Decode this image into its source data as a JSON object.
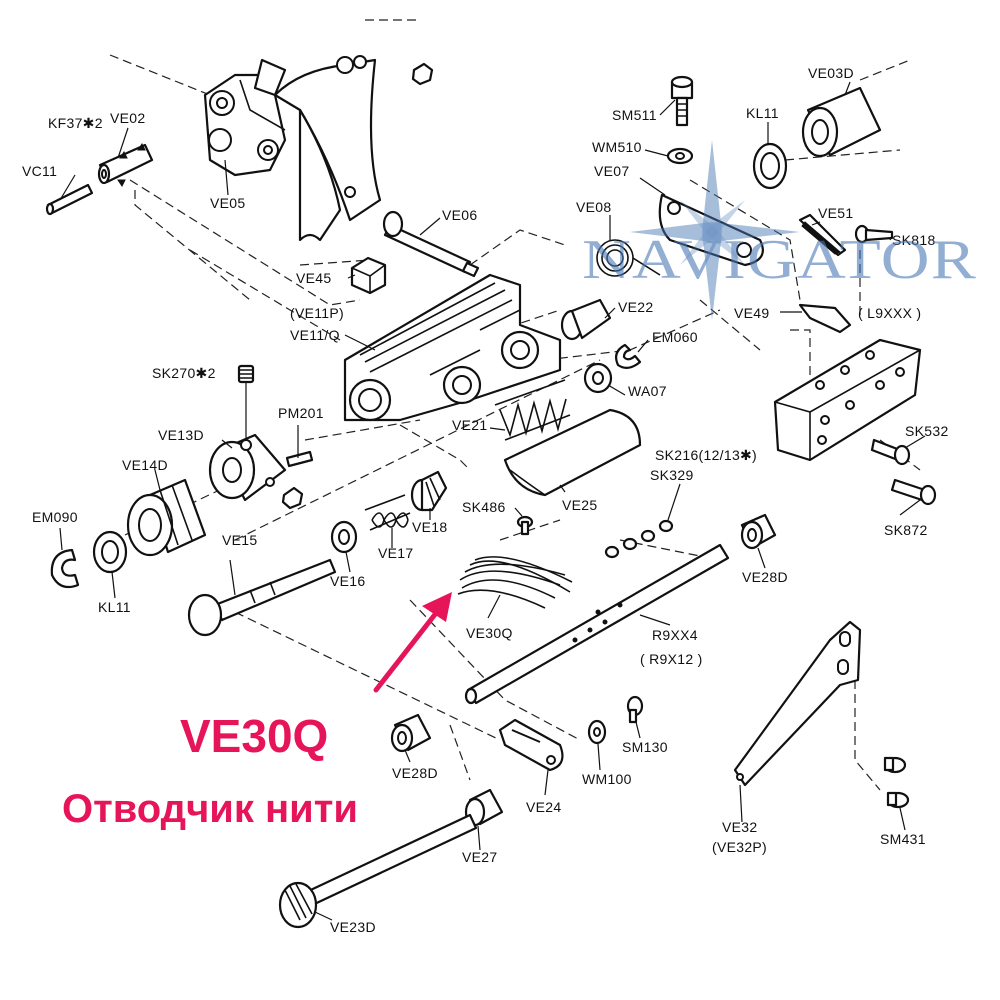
{
  "callout": {
    "code": "VE30Q",
    "description": "Отводчик нити",
    "color": "#e6155a"
  },
  "watermark": {
    "text": "NAVIGATOR",
    "color": "#4a78b5",
    "logo_icon": "compass-star-icon"
  },
  "labels": {
    "kf37": "KF37✱2",
    "ve02": "VE02",
    "vc11": "VC11",
    "ve05": "VE05",
    "ve06": "VE06",
    "ve45": "VE45",
    "ve11p": "(VE11P)",
    "ve11q": "VE11/Q",
    "sk270": "SK270✱2",
    "pm201": "PM201",
    "ve13d": "VE13D",
    "ve14d": "VE14D",
    "em090": "EM090",
    "kl11_left": "KL11",
    "ve15": "VE15",
    "ve16": "VE16",
    "ve17": "VE17",
    "ve18": "VE18",
    "ve21": "VE21",
    "ve25": "VE25",
    "sk486": "SK486",
    "ve22": "VE22",
    "em060": "EM060",
    "wa07": "WA07",
    "ve08": "VE08",
    "ve07": "VE07",
    "wm510": "WM510",
    "sm511": "SM511",
    "kl11_right": "KL11",
    "ve03d": "VE03D",
    "ve51": "VE51",
    "sk818": "SK818",
    "ve49": "VE49",
    "l9xxx": "( L9XXX )",
    "sk532": "SK532",
    "sk872": "SK872",
    "sk216": "SK216(12/13✱)",
    "sk329": "SK329",
    "ve28d_right": "VE28D",
    "ve30q": "VE30Q",
    "r9xx4": "R9XX4",
    "r9x12": "( R9X12 )",
    "ve28d_left": "VE28D",
    "sm130": "SM130",
    "wm100": "WM100",
    "ve24": "VE24",
    "ve27": "VE27",
    "ve23d": "VE23D",
    "ve32": "VE32",
    "ve32p": "(VE32P)",
    "sm431": "SM431"
  }
}
